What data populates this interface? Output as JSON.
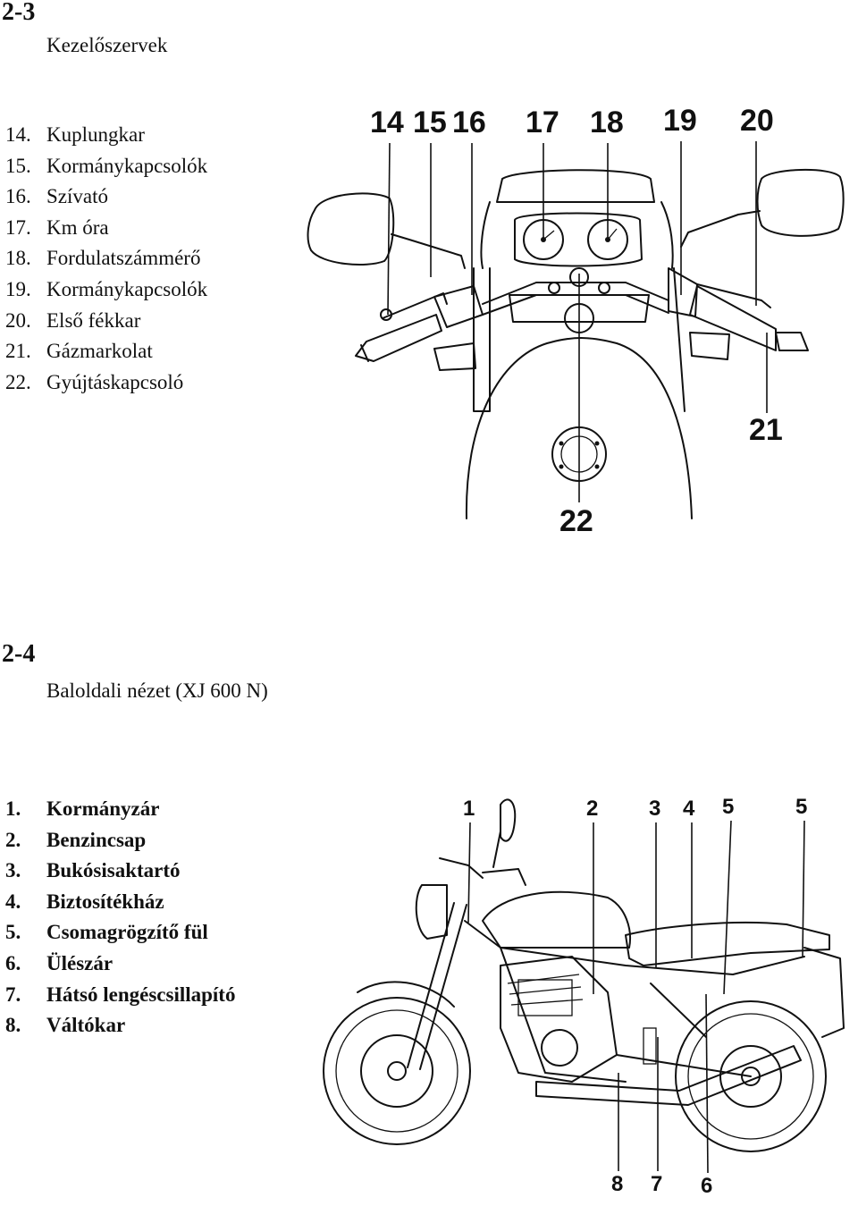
{
  "section1": {
    "number": "2-3",
    "title": "Kezelőszervek",
    "parts": [
      {
        "num": "14.",
        "label": "Kuplungkar"
      },
      {
        "num": "15.",
        "label": "Kormánykapcsolók"
      },
      {
        "num": "16.",
        "label": "Szívató"
      },
      {
        "num": "17.",
        "label": "Km óra"
      },
      {
        "num": "18.",
        "label": "Fordulatszámmérő"
      },
      {
        "num": "19.",
        "label": "Kormánykapcsolók"
      },
      {
        "num": "20.",
        "label": "Első fékkar"
      },
      {
        "num": "21.",
        "label": "Gázmarkolat"
      },
      {
        "num": "22.",
        "label": "Gyújtáskapcsoló"
      }
    ],
    "callouts": [
      "14",
      "15",
      "16",
      "17",
      "18",
      "19",
      "20",
      "21",
      "22"
    ]
  },
  "section2": {
    "number": "2-4",
    "title": "Baloldali nézet (XJ 600 N)",
    "parts": [
      {
        "num": "1.",
        "label": "Kormányzár"
      },
      {
        "num": "2.",
        "label": "Benzincsap"
      },
      {
        "num": "3.",
        "label": "Bukósisaktartó"
      },
      {
        "num": "4.",
        "label": "Biztosítékház"
      },
      {
        "num": "5.",
        "label": "Csomagrögzítő fül"
      },
      {
        "num": "6.",
        "label": "Ülészár"
      },
      {
        "num": "7.",
        "label": "Hátsó lengéscsillapító"
      },
      {
        "num": "8.",
        "label": "Váltókar"
      }
    ],
    "callouts_top": [
      "1",
      "2",
      "3",
      "4",
      "5",
      "5"
    ],
    "callouts_bottom": [
      "8",
      "7",
      "6"
    ]
  }
}
